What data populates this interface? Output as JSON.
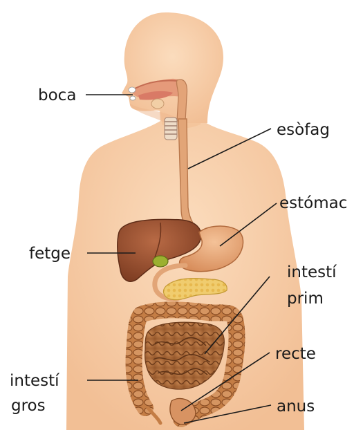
{
  "labels": {
    "boca": "boca",
    "esofag": "esòfag",
    "estomac": "estómac",
    "fetge": "fetge",
    "intesti_prim_line1": "intestí",
    "intesti_prim_line2": "prim",
    "recte": "recte",
    "intesti_gros_line1": "intestí",
    "intesti_gros_line2": "gros",
    "anus": "anus"
  },
  "colors": {
    "skin": "#f6c9a2",
    "skin_shade": "#eeb58c",
    "liver": "#9b5233",
    "stomach": "#e6a878",
    "pancreas": "#f0cc6e",
    "gallbladder": "#9bb030",
    "intestine": "#b0703a",
    "esophagus": "#e2a577",
    "leader_line": "#1a1a1a"
  }
}
